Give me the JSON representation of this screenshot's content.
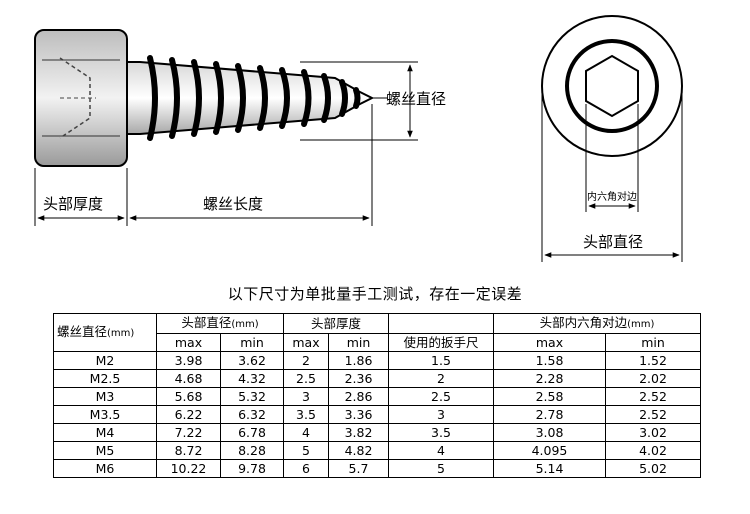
{
  "drawing": {
    "thread_diameter_label": "螺丝直径",
    "head_thickness_label": "头部厚度",
    "thread_length_label": "螺丝长度",
    "hex_across_flats_label": "内六角对边",
    "head_diameter_label": "头部直径"
  },
  "note": "以下尺寸为单批量手工测试，存在一定误差",
  "table": {
    "col_size": "螺丝直径",
    "col_head_diameter": "头部直径",
    "col_head_thickness": "头部厚度",
    "col_wrench": "使用的扳手尺",
    "col_hex": "头部内六角对边",
    "unit": "(mm)",
    "max": "max",
    "min": "min",
    "rows": [
      {
        "size": "M2",
        "hd_max": "3.98",
        "hd_min": "3.62",
        "ht_max": "2",
        "ht_min": "1.86",
        "wrench": "1.5",
        "hex_max": "1.58",
        "hex_min": "1.52"
      },
      {
        "size": "M2.5",
        "hd_max": "4.68",
        "hd_min": "4.32",
        "ht_max": "2.5",
        "ht_min": "2.36",
        "wrench": "2",
        "hex_max": "2.28",
        "hex_min": "2.02"
      },
      {
        "size": "M3",
        "hd_max": "5.68",
        "hd_min": "5.32",
        "ht_max": "3",
        "ht_min": "2.86",
        "wrench": "2.5",
        "hex_max": "2.58",
        "hex_min": "2.52"
      },
      {
        "size": "M3.5",
        "hd_max": "6.22",
        "hd_min": "6.32",
        "ht_max": "3.5",
        "ht_min": "3.36",
        "wrench": "3",
        "hex_max": "2.78",
        "hex_min": "2.52"
      },
      {
        "size": "M4",
        "hd_max": "7.22",
        "hd_min": "6.78",
        "ht_max": "4",
        "ht_min": "3.82",
        "wrench": "3.5",
        "hex_max": "3.08",
        "hex_min": "3.02"
      },
      {
        "size": "M5",
        "hd_max": "8.72",
        "hd_min": "8.28",
        "ht_max": "5",
        "ht_min": "4.82",
        "wrench": "4",
        "hex_max": "4.095",
        "hex_min": "4.02"
      },
      {
        "size": "M6",
        "hd_max": "10.22",
        "hd_min": "9.78",
        "ht_max": "6",
        "ht_min": "5.7",
        "wrench": "5",
        "hex_max": "5.14",
        "hex_min": "5.02"
      }
    ]
  }
}
